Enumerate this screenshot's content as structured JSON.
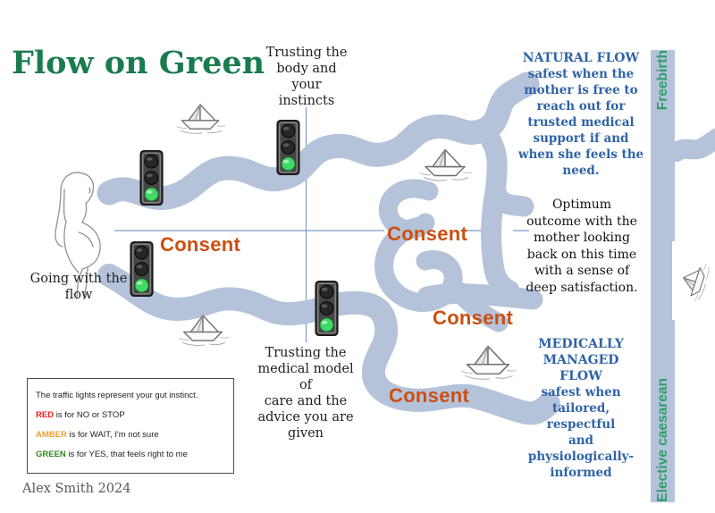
{
  "title": "Flow on Green",
  "author": "Alex Smith 2024",
  "colors": {
    "river": "#b5c3da",
    "title_green": "#1b7b50",
    "sidebar_text_green": "#2f9e6a",
    "outcome_blue": "#2f64a7",
    "consent_orange": "#cc4e10",
    "axis_line_blue": "#7d9bc8",
    "legend_red": "#ee1c1c",
    "legend_amber": "#f0a030",
    "legend_green": "#2e8b18",
    "traffic_green_lamp": "#3fd964"
  },
  "axes": {
    "top_label": "Trusting the\nbody and\nyour\ninstincts",
    "bottom_label": "Trusting the\nmedical model of\ncare and the\nadvice you are\ngiven",
    "left_label": "Going with the\nflow"
  },
  "consent_labels": [
    "Consent",
    "Consent",
    "Consent",
    "Consent"
  ],
  "outcomes": {
    "natural": {
      "heading": "NATURAL FLOW",
      "body": "safest when the\nmother is free to\nreach out for\ntrusted medical\nsupport if and\nwhen she feels the\nneed."
    },
    "optimum": "Optimum\noutcome with the\nmother looking\nback on this time\nwith a sense of\ndeep satisfaction.",
    "medically_managed": {
      "heading": "MEDICALLY\nMANAGED\nFLOW",
      "body": "safest when\ntailored, respectful\nand\nphysiologically-\ninformed"
    }
  },
  "sidebar": {
    "top": "Freebirth",
    "bottom": "Elective caesarean"
  },
  "legend": {
    "intro": "The traffic lights represent your gut instinct.",
    "items": [
      {
        "key": "RED",
        "rest": " is for NO or STOP"
      },
      {
        "key": "AMBER",
        "rest": " is for WAIT, I'm not sure"
      },
      {
        "key": "GREEN",
        "rest": " is for YES, that feels right to me"
      }
    ]
  }
}
